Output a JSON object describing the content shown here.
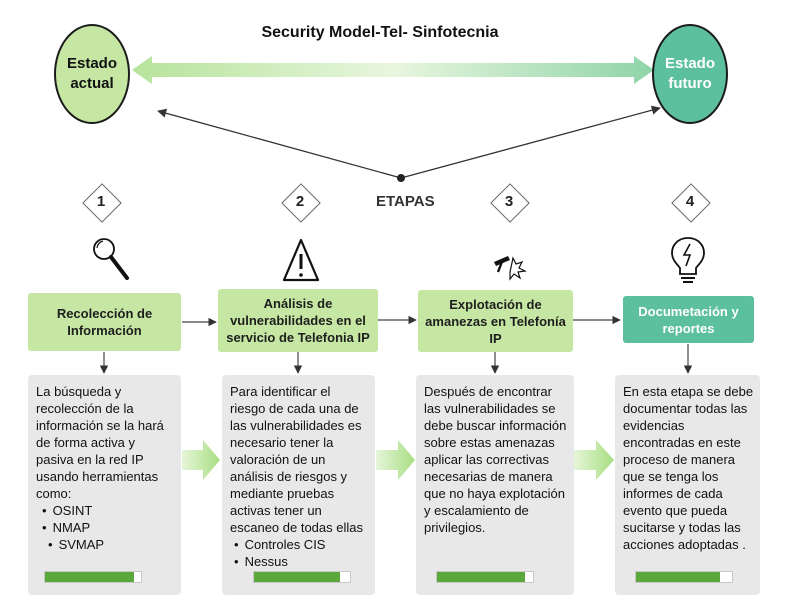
{
  "title": "Security Model-Tel- Sinfotecnia",
  "estado_actual": "Estado actual",
  "estado_futuro": "Estado futuro",
  "etapas_label": "ETAPAS",
  "colors": {
    "light_green": "#c6e7a3",
    "teal": "#5cbf9e",
    "box_grey": "#e8e8e8",
    "progress_green": "#5aa83c"
  },
  "steps": [
    {
      "number": "1",
      "icon": "magnifier-icon",
      "title": "Recolección de Información",
      "intro": "La búsqueda y recolección de la información se la hará de forma activa y pasiva en la red IP usando herramientas como:",
      "bullets": [
        "OSINT",
        "NMAP",
        "SVMAP"
      ],
      "progress": 0.93
    },
    {
      "number": "2",
      "icon": "warning-icon",
      "title": "Análisis de vulnerabilidades en el servicio de Telefonia IP",
      "intro": "Para identificar el riesgo de cada una de las vulnerabilidades es necesario tener la valoración de un análisis de riesgos y mediante pruebas activas tener un escaneo de todas ellas",
      "bullets": [
        "Controles CIS",
        "Nessus"
      ],
      "progress": 0.9
    },
    {
      "number": "3",
      "icon": "hammer-icon",
      "title": "Explotación de amanezas en Telefonía IP",
      "intro": "Después de encontrar las vulnerabilidades se debe buscar información sobre estas amenazas aplicar las correctivas necesarias de manera que no haya explotación y escalamiento de privilegios.",
      "bullets": [],
      "progress": 0.92
    },
    {
      "number": "4",
      "icon": "lightbulb-icon",
      "title": "Documetación y reportes",
      "intro": "En esta etapa se debe documentar todas las evidencias encontradas en este proceso de manera que se tenga los informes de cada evento que pueda sucitarse y todas las acciones adoptadas .",
      "bullets": [],
      "progress": 0.88
    }
  ]
}
